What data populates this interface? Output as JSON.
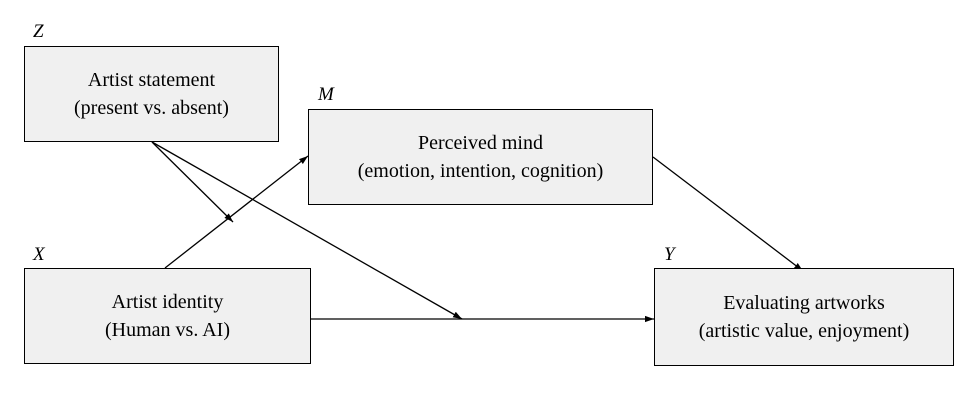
{
  "colors": {
    "box_fill": "#f0f0f0",
    "stroke": "#000000",
    "text": "#000000"
  },
  "nodes": {
    "z": {
      "var": "Z",
      "line1": "Artist statement",
      "line2": "(present vs. absent)"
    },
    "m": {
      "var": "M",
      "line1": "Perceived mind",
      "line2": "(emotion, intention, cognition)"
    },
    "x": {
      "var": "X",
      "line1": "Artist identity",
      "line2": "(Human vs. AI)"
    },
    "y": {
      "var": "Y",
      "line1": "Evaluating artworks",
      "line2": "(artistic value, enjoyment)"
    }
  }
}
